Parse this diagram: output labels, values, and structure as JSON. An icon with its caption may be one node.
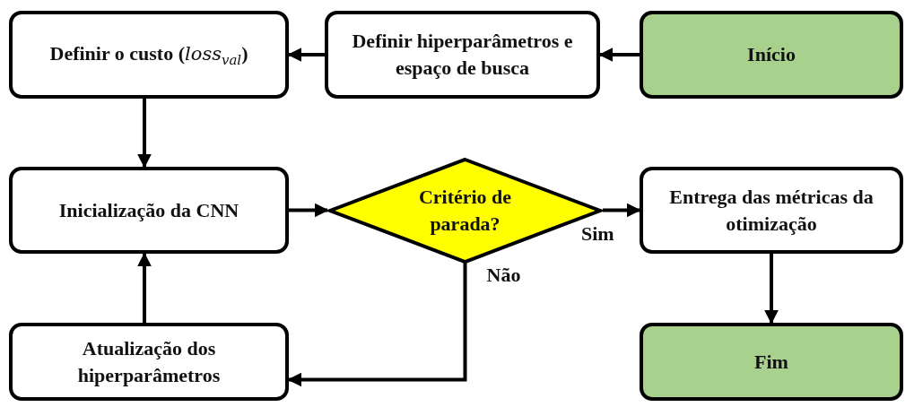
{
  "diagram": {
    "nodes": [
      {
        "text": [
          "Início"
        ]
      },
      {
        "text": [
          "Definir hiperparâmetros e espaço de busca"
        ]
      },
      {
        "text": [
          "Definir o custo (*loss*$_{val}$)"
        ]
      },
      {
        "text": [
          "Inicialização da CNN"
        ]
      },
      {
        "text": [
          "Critério de parada?"
        ]
      },
      {
        "text": [
          "Entrega das métricas da otimização"
        ]
      },
      {
        "text": [
          "Atualização dos hiperparâmetros"
        ]
      },
      {
        "text": [
          "Fim"
        ]
      }
    ],
    "edges": [
      {
        "from": 0,
        "to": 1,
        "arrow": "to"
      },
      {
        "from": 1,
        "to": 2,
        "arrow": "to"
      },
      {
        "from": 2,
        "to": 3,
        "arrow": "to"
      },
      {
        "from": 3,
        "to": 4,
        "arrow": "to"
      },
      {
        "from": 4,
        "to": 5,
        "arrow": "to",
        "label": "Sim"
      },
      {
        "from": 4,
        "to": 6,
        "arrow": "to",
        "label": "Não"
      },
      {
        "from": 6,
        "to": 3,
        "arrow": "to"
      },
      {
        "from": 5,
        "to": 7,
        "arrow": "to"
      }
    ]
  }
}
